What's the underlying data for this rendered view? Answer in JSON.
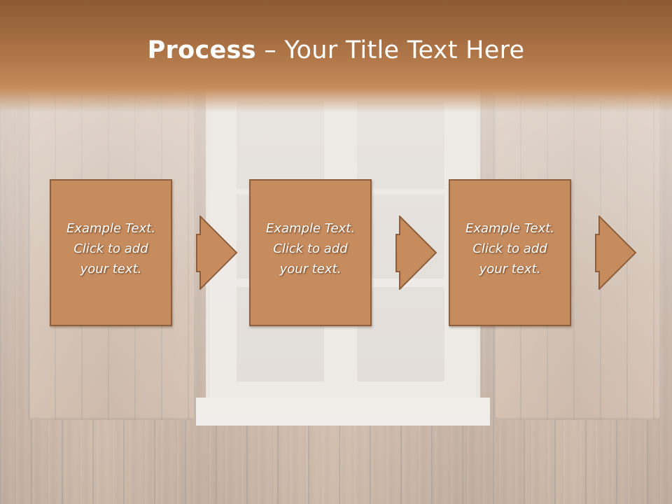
{
  "slide": {
    "title_bold": "Process",
    "title_rest": " – Your Title Text Here"
  },
  "steps": [
    {
      "text": "Example Text.\nClick  to add\nyour text."
    },
    {
      "text": "Example Text.\nClick  to add\nyour text."
    },
    {
      "text": "Example Text.\nClick  to add\nyour text."
    }
  ],
  "colors": {
    "step_fill": "#c68c5e",
    "step_border": "#8d5e3c",
    "banner": "#b47a4b"
  }
}
